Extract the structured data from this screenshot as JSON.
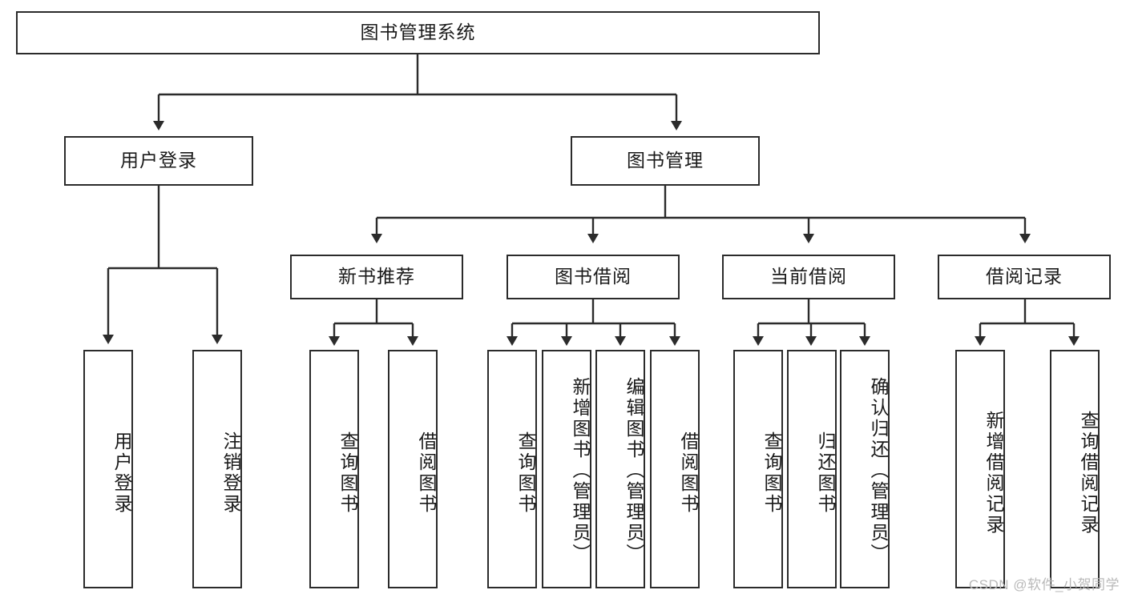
{
  "diagram": {
    "title": "图书管理系统",
    "watermark": "CSDN @软件_小贺同学",
    "line_color": "#2b2b2b",
    "box_fill": "#ffffff",
    "text_color": "#1a1a1a",
    "watermark_color": "#b9b9b9"
  },
  "nodes": {
    "root": {
      "label": "图书管理系统",
      "level": 1,
      "orientation": "horizontal"
    },
    "l2": [
      {
        "id": "user-login",
        "label": "用户登录",
        "level": 2,
        "orientation": "horizontal"
      },
      {
        "id": "book-manage",
        "label": "图书管理",
        "level": 2,
        "orientation": "horizontal"
      }
    ],
    "l3": [
      {
        "id": "new-book-rec",
        "label": "新书推荐",
        "level": 3,
        "orientation": "horizontal",
        "parent": "book-manage"
      },
      {
        "id": "book-borrow",
        "label": "图书借阅",
        "level": 3,
        "orientation": "horizontal",
        "parent": "book-manage"
      },
      {
        "id": "current-borrow",
        "label": "当前借阅",
        "level": 3,
        "orientation": "horizontal",
        "parent": "book-manage"
      },
      {
        "id": "borrow-record",
        "label": "借阅记录",
        "level": 3,
        "orientation": "horizontal",
        "parent": "book-manage"
      }
    ],
    "leaves": [
      {
        "id": "leaf-user-login",
        "label": "用户登录",
        "parent": "user-login",
        "orientation": "vertical"
      },
      {
        "id": "leaf-logout-login",
        "label": "注销登录",
        "parent": "user-login",
        "orientation": "vertical"
      },
      {
        "id": "leaf-query-book-1",
        "label": "查询图书",
        "parent": "new-book-rec",
        "orientation": "vertical"
      },
      {
        "id": "leaf-borrow-book-1",
        "label": "借阅图书",
        "parent": "new-book-rec",
        "orientation": "vertical"
      },
      {
        "id": "leaf-query-book-2",
        "label": "查询图书",
        "parent": "book-borrow",
        "orientation": "vertical"
      },
      {
        "id": "leaf-add-book",
        "label": "新增图书（管理员）",
        "parent": "book-borrow",
        "orientation": "vertical"
      },
      {
        "id": "leaf-edit-book",
        "label": "编辑图书（管理员）",
        "parent": "book-borrow",
        "orientation": "vertical"
      },
      {
        "id": "leaf-borrow-book-2",
        "label": "借阅图书",
        "parent": "book-borrow",
        "orientation": "vertical"
      },
      {
        "id": "leaf-query-book-3",
        "label": "查询图书",
        "parent": "current-borrow",
        "orientation": "vertical"
      },
      {
        "id": "leaf-return-book",
        "label": "归还图书",
        "parent": "current-borrow",
        "orientation": "vertical"
      },
      {
        "id": "leaf-confirm-return",
        "label": "确认归还（管理员）",
        "parent": "current-borrow",
        "orientation": "vertical"
      },
      {
        "id": "leaf-add-record",
        "label": "新增借阅记录",
        "parent": "borrow-record",
        "orientation": "vertical"
      },
      {
        "id": "leaf-query-record",
        "label": "查询借阅记录",
        "parent": "borrow-record",
        "orientation": "vertical"
      }
    ]
  }
}
